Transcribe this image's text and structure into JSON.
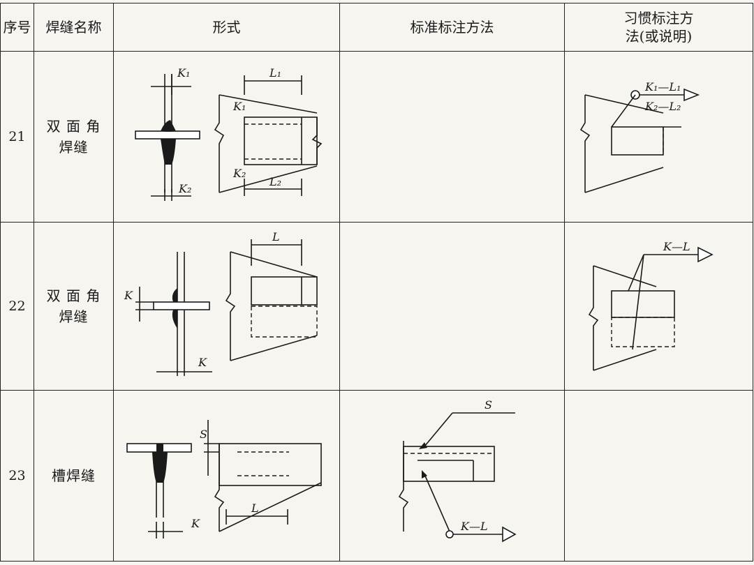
{
  "headers": {
    "seq": "序号",
    "name": "焊缝名称",
    "form": "形式",
    "standard": "标准标注方法",
    "custom_line1": "习惯标注方",
    "custom_line2": "法(或说明)"
  },
  "rows": [
    {
      "seq": "21",
      "name_line1": "双 面 角",
      "name_line2": "焊缝"
    },
    {
      "seq": "22",
      "name_line1": "双 面 角",
      "name_line2": "焊缝"
    },
    {
      "seq": "23",
      "name_line1": "槽焊缝",
      "name_line2": ""
    }
  ],
  "labels": {
    "K1": "K₁",
    "K2": "K₂",
    "L1": "L₁",
    "L2": "L₂",
    "K": "K",
    "L": "L",
    "S": "S",
    "K1L1": "K₁—L₁",
    "K2L2": "K₂—L₂",
    "KL": "K—L"
  }
}
